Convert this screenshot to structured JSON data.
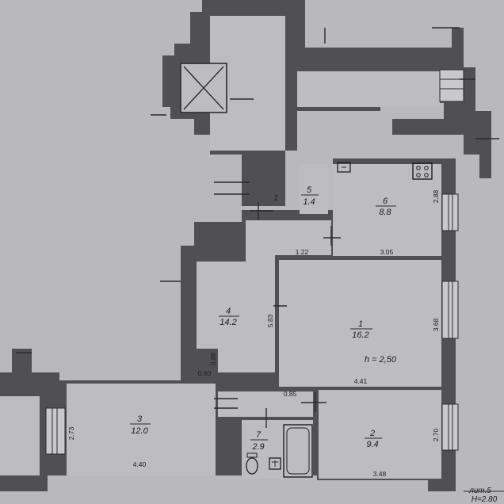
{
  "rooms": [
    {
      "number": "1",
      "area": "16.2"
    },
    {
      "number": "2",
      "area": "9.4"
    },
    {
      "number": "3",
      "area": "12.0"
    },
    {
      "number": "4",
      "area": "14.2"
    },
    {
      "number": "5",
      "area": "1.4"
    },
    {
      "number": "6",
      "area": "8.8"
    },
    {
      "number": "7",
      "area": "2.9"
    }
  ],
  "corridor_number": "1",
  "ceiling_height": "h = 2,50",
  "dimensions": {
    "d_2_88": "2.88",
    "d_1_22": "1.22",
    "d_3_05": "3.05",
    "d_5_83": "5.83",
    "d_3_68": "3.68",
    "d_0_88": "0.88",
    "d_0_60": "0.60",
    "d_4_41": "4.41",
    "d_0_85": "0.85",
    "d_2_73": "2.73",
    "d_4_40": "4.40",
    "d_2_70": "2.70",
    "d_3_48": "3.48"
  },
  "stamp": {
    "line1": "лит.5",
    "line2": "Н=2.80"
  }
}
